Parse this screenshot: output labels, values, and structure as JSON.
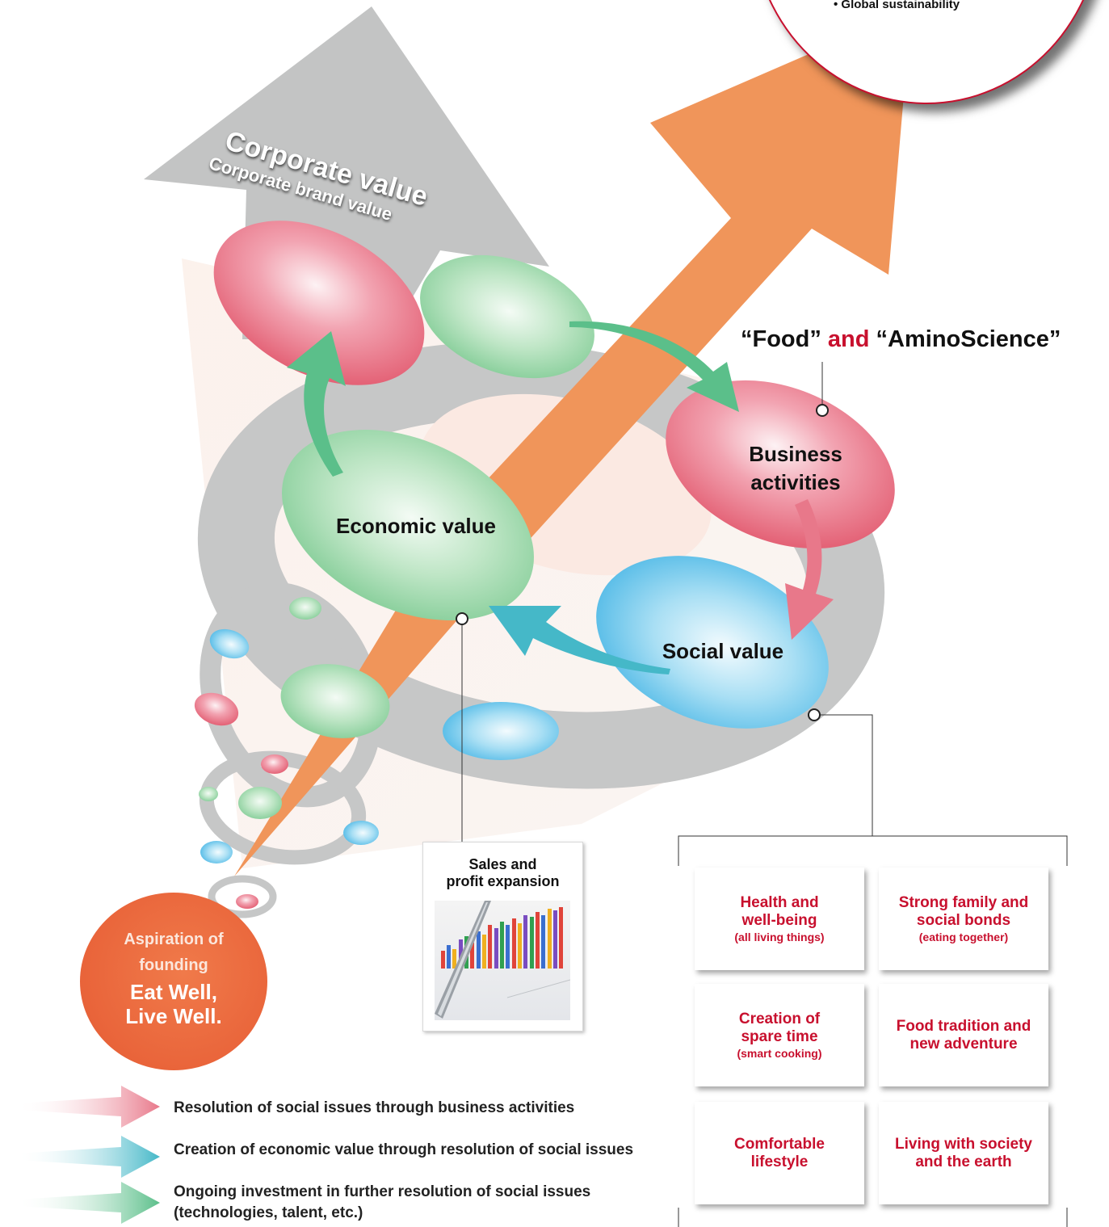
{
  "top_circle": {
    "bullet": "• Global sustainability"
  },
  "corporate_value": {
    "title": "Corporate value",
    "subtitle": "Corporate brand value"
  },
  "food_amino": {
    "part1": "“Food”",
    "and": "and",
    "part2": "“AminoScience”"
  },
  "cycle": {
    "business_activities": [
      "Business",
      "activities"
    ],
    "economic_value": "Economic value",
    "social_value": "Social value"
  },
  "aspiration": {
    "line1": "Aspiration of",
    "line2": "founding",
    "line3": "Eat Well,",
    "line4": "Live Well."
  },
  "sales_card": {
    "line1": "Sales and",
    "line2": "profit expansion"
  },
  "social_value_items": [
    {
      "main": [
        "Health and",
        "well-being"
      ],
      "sub": "(all living things)"
    },
    {
      "main": [
        "Strong family and",
        "social bonds"
      ],
      "sub": "(eating together)"
    },
    {
      "main": [
        "Creation of",
        "spare time"
      ],
      "sub": "(smart cooking)"
    },
    {
      "main": [
        "Food tradition and",
        "new adventure"
      ],
      "sub": ""
    },
    {
      "main": [
        "Comfortable",
        "lifestyle"
      ],
      "sub": ""
    },
    {
      "main": [
        "Living with society",
        "and the earth"
      ],
      "sub": ""
    }
  ],
  "legend": [
    {
      "color": "#e8788a",
      "text": [
        "Resolution of social issues through business activities"
      ]
    },
    {
      "color": "#45b8c8",
      "text": [
        "Creation of economic value through resolution of social issues"
      ]
    },
    {
      "color": "#5bbf8a",
      "text": [
        "Ongoing investment in further resolution of social issues",
        "(technologies, talent, etc.)"
      ]
    }
  ]
}
